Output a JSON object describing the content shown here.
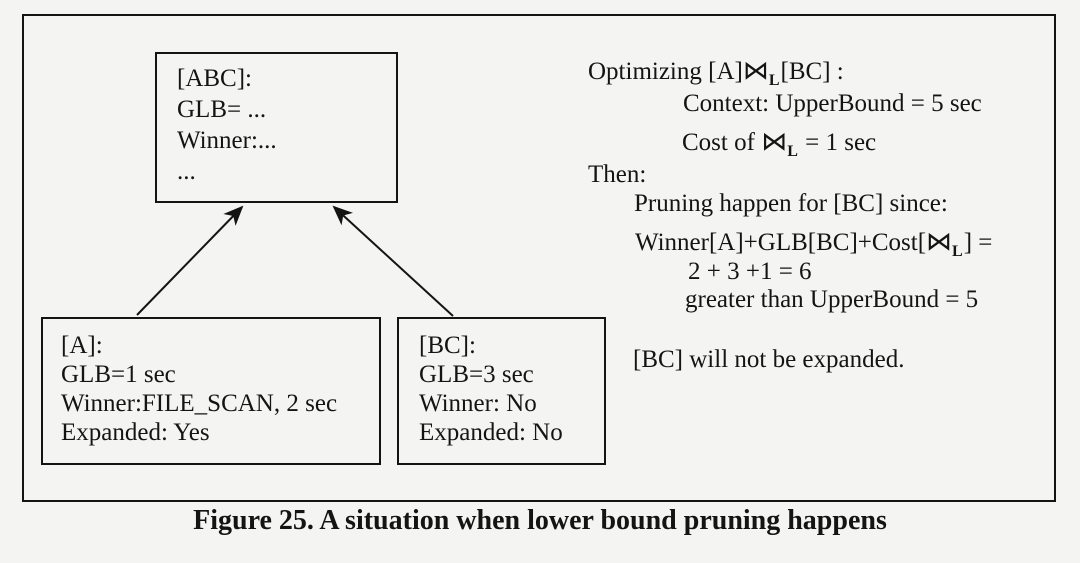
{
  "colors": {
    "background": "#f4f4f2",
    "ink": "#141414"
  },
  "nodes": {
    "abc": {
      "lines": [
        "[ABC]:",
        "GLB= ...",
        "Winner:...",
        "..."
      ]
    },
    "a": {
      "lines": [
        "[A]:",
        "GLB=1 sec",
        "Winner:FILE_SCAN, 2 sec",
        "Expanded: Yes"
      ]
    },
    "bc": {
      "lines": [
        "[BC]:",
        "GLB=3 sec",
        "Winner: No",
        "Expanded: No"
      ]
    }
  },
  "annotation": {
    "lines": [
      {
        "segments": [
          {
            "t": "Optimizing [A]"
          },
          {
            "t": "⋈",
            "join": true
          },
          {
            "t": "L",
            "sub": true
          },
          {
            "t": "[BC] :"
          }
        ]
      },
      {
        "segments": [
          {
            "t": "Context: UpperBound = 5 sec"
          }
        ]
      },
      {
        "segments": [
          {
            "t": "Cost of "
          },
          {
            "t": "⋈",
            "join": true
          },
          {
            "t": "L",
            "sub": true
          },
          {
            "t": " = 1 sec"
          }
        ]
      },
      {
        "segments": [
          {
            "t": "Then:"
          }
        ]
      },
      {
        "segments": [
          {
            "t": "Pruning happen for [BC] since:"
          }
        ]
      },
      {
        "segments": [
          {
            "t": "Winner[A]+GLB[BC]+Cost["
          },
          {
            "t": "⋈",
            "join": true
          },
          {
            "t": "L",
            "sub": true
          },
          {
            "t": "] ="
          }
        ]
      },
      {
        "segments": [
          {
            "t": "2 + 3 +1 = 6"
          }
        ]
      },
      {
        "segments": [
          {
            "t": "greater than UpperBound = 5"
          }
        ]
      },
      {
        "segments": [
          {
            "t": "[BC] will not be expanded."
          }
        ]
      }
    ]
  },
  "caption": "Figure 25. A situation when lower bound pruning happens"
}
